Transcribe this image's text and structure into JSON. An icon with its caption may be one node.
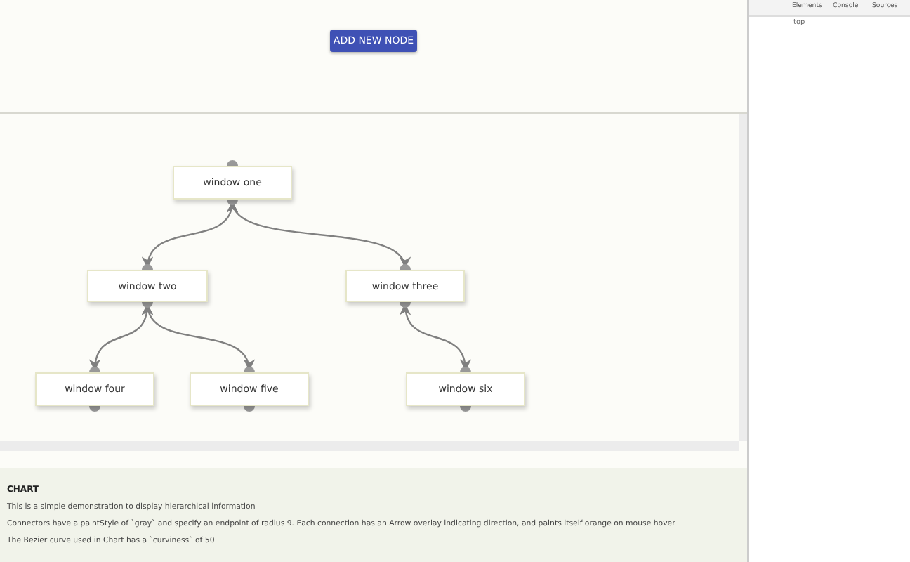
{
  "diagram": {
    "nodes": [
      {
        "text": [
          "window one"
        ]
      },
      {
        "text": [
          "window two"
        ]
      },
      {
        "text": [
          "window three"
        ]
      },
      {
        "text": [
          "window four"
        ]
      },
      {
        "text": [
          "window five"
        ]
      },
      {
        "text": [
          "window six"
        ]
      }
    ],
    "edges": [
      {
        "from": 0,
        "to": 1,
        "arrow": "both"
      },
      {
        "from": 0,
        "to": 2,
        "arrow": "both"
      },
      {
        "from": 1,
        "to": 3,
        "arrow": "both"
      },
      {
        "from": 1,
        "to": 4,
        "arrow": "both"
      },
      {
        "from": 2,
        "to": 5,
        "arrow": "both"
      }
    ],
    "labels": [
      "ADD NEW NODE",
      "Elements",
      "Console",
      "Sources",
      "top",
      "CHART",
      "This is a simple demonstration to display hierarchical information",
      "Connectors have a paintStyle of `gray` and specify an endpoint of radius 9. Each connection has an Arrow overlay indicating direction, and paints itself orange on mouse hover",
      "The Bezier curve used in Chart has a `curviness` of 50"
    ]
  }
}
